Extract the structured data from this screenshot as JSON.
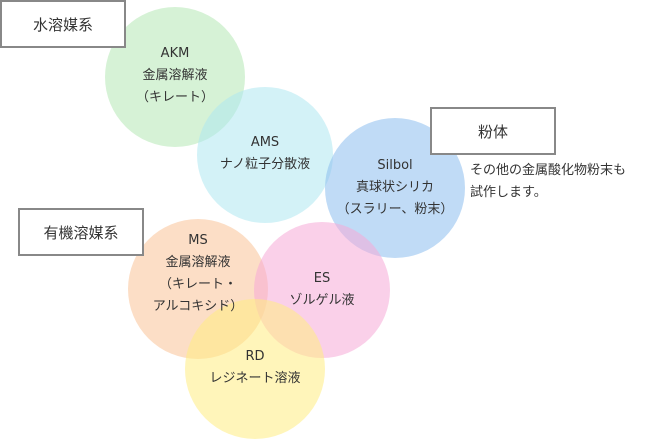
{
  "categories": {
    "water": "水溶媒系",
    "organic": "有機溶媒系",
    "powder": "粉体"
  },
  "note": [
    "その他の金属酸化物粉末も",
    "試作します。"
  ],
  "products": [
    {
      "id": "akm",
      "name": "AKM",
      "lines": [
        "金属溶解液",
        "（キレート）"
      ],
      "color": "#b4e8b4"
    },
    {
      "id": "ams",
      "name": "AMS",
      "lines": [
        "ナノ粒子分散液"
      ],
      "color": "#aee8f0"
    },
    {
      "id": "silbol",
      "name": "Silbol",
      "lines": [
        "真球状シリカ",
        "（スラリー、粉末）"
      ],
      "color": "#8cbeee"
    },
    {
      "id": "ms",
      "name": "MS",
      "lines": [
        "金属溶解液",
        "（キレート・",
        "アルコキシド）"
      ],
      "color": "#fac8a0"
    },
    {
      "id": "es",
      "name": "ES",
      "lines": [
        "ゾルゲル液"
      ],
      "color": "#f6aad7"
    },
    {
      "id": "rd",
      "name": "RD",
      "lines": [
        "レジネート溶液"
      ],
      "color": "#ffec82"
    }
  ]
}
